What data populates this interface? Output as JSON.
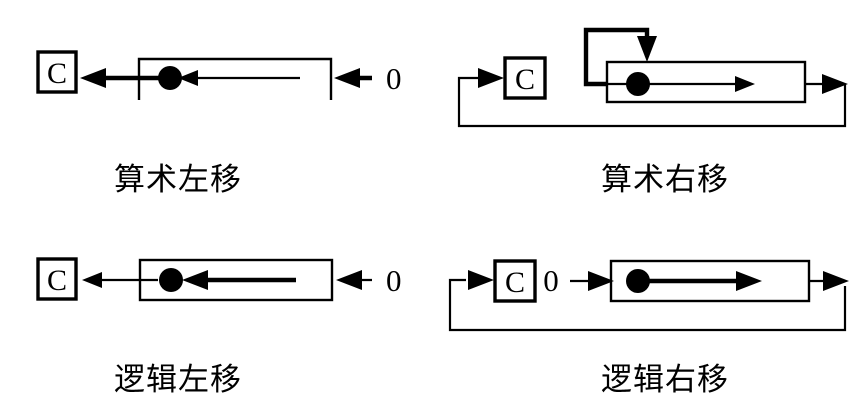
{
  "figure": {
    "title": "",
    "background_color": "#ffffff",
    "line_color": "#000000",
    "panel_count": 4
  },
  "panels": [
    {
      "id": "arithmetic-left-shift",
      "caption": "算术左移",
      "position": "top-left",
      "carry_label": "C",
      "input_label": "0",
      "direction": "left",
      "register_style": "open-bottom",
      "has_feedback_loop": false,
      "has_sign_extension_loop": false,
      "dot_label": ""
    },
    {
      "id": "arithmetic-right-shift",
      "caption": "算术右移",
      "position": "top-right",
      "carry_label": "C",
      "input_label": "",
      "direction": "right",
      "register_style": "closed",
      "has_feedback_loop": true,
      "has_sign_extension_loop": true,
      "dot_label": ""
    },
    {
      "id": "logical-left-shift",
      "caption": "逻辑左移",
      "position": "bottom-left",
      "carry_label": "C",
      "input_label": "0",
      "direction": "left",
      "register_style": "closed",
      "has_feedback_loop": false,
      "has_sign_extension_loop": false,
      "dot_label": ""
    },
    {
      "id": "logical-right-shift",
      "caption": "逻辑右移",
      "position": "bottom-right",
      "carry_label": "C",
      "input_label": "0",
      "direction": "right",
      "register_style": "closed",
      "has_feedback_loop": true,
      "has_sign_extension_loop": false,
      "dot_label": ""
    }
  ]
}
